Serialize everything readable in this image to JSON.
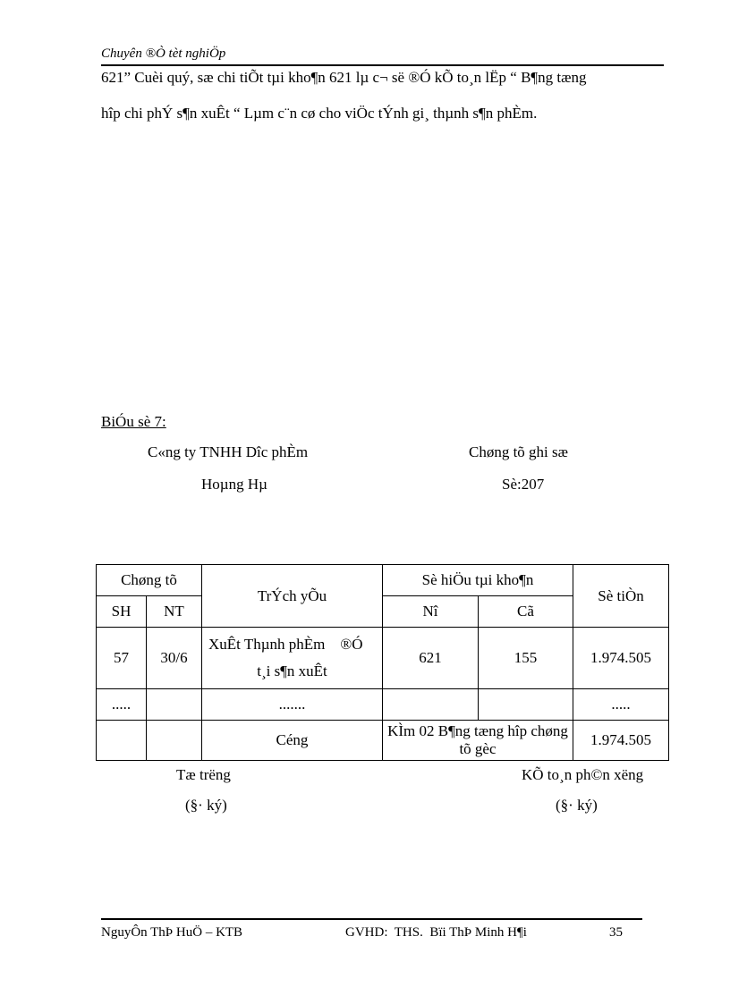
{
  "header": {
    "title": "Chuyên ®Ò tèt nghiÖp"
  },
  "body": {
    "line1": "621” Cuèi quý, sæ chi tiÕt tµi kho¶n  621 lµ c¬ së ®Ó kÕ to¸n lËp “ B¶ng  tæng",
    "line2": "hîp chi phÝ s¶n xuÊt “ Lµm c¨n cø cho viÖc tÝnh gi¸ thµnh s¶n phÈm."
  },
  "form": {
    "label": "BiÓu sè 7:",
    "company_line1": "C«ng ty TNHH Dîc   phÈm",
    "company_line2": "Hoµng Hµ",
    "doc_title": "Chøng tõ ghi  sæ",
    "doc_number": "Sè:207"
  },
  "table": {
    "headers": {
      "voucher": "Chøng tõ",
      "sh": "SH",
      "nt": "NT",
      "summary": "TrÝch yÕu",
      "account": "Sè hiÖu tµi kho¶n",
      "debit": "Nî",
      "credit": "Cã",
      "amount": "Sè tiÒn"
    },
    "rows": [
      {
        "sh": "57",
        "nt": "30/6",
        "summary_l1": "XuÊt Thµnh phÈm    ®Ó",
        "summary_l2": "t¸i s¶n xuÊt",
        "debit": "621",
        "credit": "155",
        "amount": "1.974.505"
      },
      {
        "sh": ".....",
        "nt": "",
        "summary": ".......",
        "debit": "",
        "credit": "",
        "amount": "....."
      }
    ],
    "total": {
      "label": "Céng",
      "amount": "1.974.505",
      "attachment": "KÌm 02  B¶ng tæng  hîp chøng tõ gèc"
    }
  },
  "signatures": {
    "left_title": "Tæ trëng",
    "left_note": "(§· ký)",
    "right_title": "KÕ to¸n ph©n xëng",
    "right_note": "(§· ký)"
  },
  "footer": {
    "author": "NguyÔn ThÞ HuÖ – KTB",
    "advisor": "GVHD:  THS.  Bïi ThÞ Minh H¶i",
    "page": "35"
  }
}
